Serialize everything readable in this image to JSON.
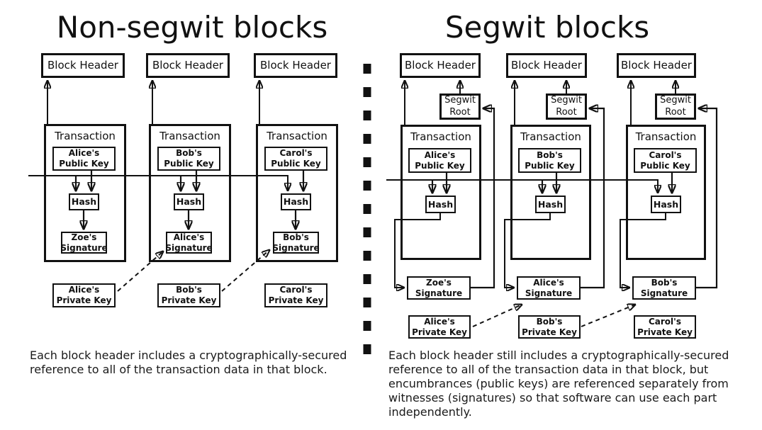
{
  "colors": {
    "ink": "#111111",
    "background": "#ffffff"
  },
  "left": {
    "title": "Non-segwit blocks",
    "caption": "Each block header includes a cryptographically-secured\nreference to all of the transaction data in that block.",
    "columns": [
      {
        "header": "Block Header",
        "transaction": "Transaction",
        "public_key": "Alice's\nPublic Key",
        "hash": "Hash",
        "signature": "Zoe's\nSignature",
        "private_key": "Alice's\nPrivate Key"
      },
      {
        "header": "Block Header",
        "transaction": "Transaction",
        "public_key": "Bob's\nPublic Key",
        "hash": "Hash",
        "signature": "Alice's\nSignature",
        "private_key": "Bob's\nPrivate Key"
      },
      {
        "header": "Block Header",
        "transaction": "Transaction",
        "public_key": "Carol's\nPublic Key",
        "hash": "Hash",
        "signature": "Bob's\nSignature",
        "private_key": "Carol's\nPrivate Key"
      }
    ]
  },
  "right": {
    "title": "Segwit blocks",
    "caption": "Each block header still includes a cryptographically-secured\nreference to all of the transaction data in that block, but\nencumbrances (public keys) are referenced separately from\nwitnesses (signatures) so that software can use each part\nindependently.",
    "columns": [
      {
        "header": "Block Header",
        "segwit_root": "Segwit\nRoot",
        "transaction": "Transaction",
        "public_key": "Alice's\nPublic Key",
        "hash": "Hash",
        "signature": "Zoe's\nSignature",
        "private_key": "Alice's\nPrivate Key"
      },
      {
        "header": "Block Header",
        "segwit_root": "Segwit\nRoot",
        "transaction": "Transaction",
        "public_key": "Bob's\nPublic Key",
        "hash": "Hash",
        "signature": "Alice's\nSignature",
        "private_key": "Bob's\nPrivate Key"
      },
      {
        "header": "Block Header",
        "segwit_root": "Segwit\nRoot",
        "transaction": "Transaction",
        "public_key": "Carol's\nPublic Key",
        "hash": "Hash",
        "signature": "Bob's\nSignature",
        "private_key": "Carol's\nPrivate Key"
      }
    ]
  }
}
